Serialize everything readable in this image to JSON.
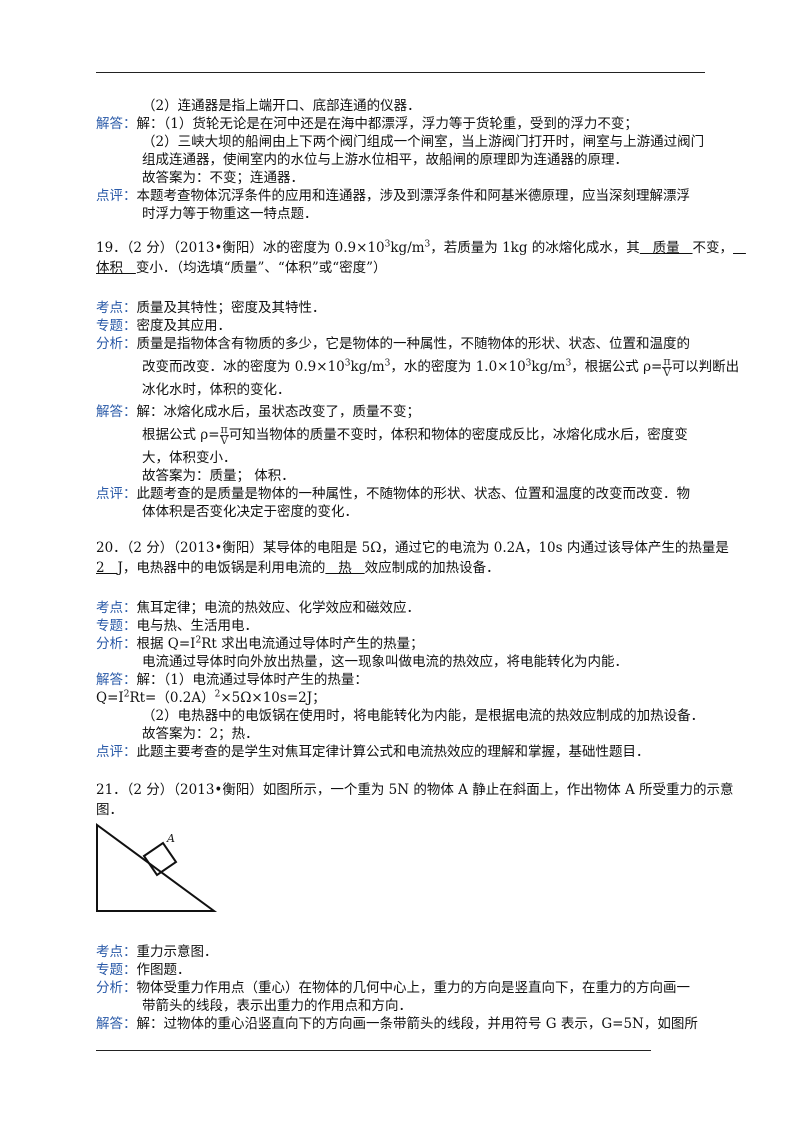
{
  "tags": {
    "answer": "解答：",
    "comment": "点评：",
    "point": "考点：",
    "topic": "专题：",
    "analysis": "分析："
  },
  "q18": {
    "a2": "（2）连通器是指上端开口、底部连通的仪器．",
    "ans_l1": "解：（1）货轮无论是在河中还是在海中都漂浮，浮力等于货轮重，受到的浮力不变；",
    "ans_l2": "（2）三峡大坝的船闸由上下两个阀门组成一个闸室，当上游阀门打开时，闸室与上游通过阀门",
    "ans_l3": "组成连通器，使闸室内的水位与上游水位相平，故船闸的原理即为连通器的原理．",
    "ans_l4": "故答案为：不变；连通器．",
    "com_l1": "本题考查物体沉浮条件的应用和连通器，涉及到漂浮条件和阿基米德原理，应当深刻理解漂浮",
    "com_l2": "时浮力等于物重这一特点题．"
  },
  "q19": {
    "head_a": "19．（2 分）（2013•衡阳）冰的密度为 0.9×10",
    "sup1": "3",
    "head_b": "kg/m",
    "sup2": "3",
    "head_c": "，若质量为 1kg 的冰熔化成水，其",
    "blank1": "   质量   ",
    "head_d": "不变，",
    "blank2_a": "   ",
    "blank2_b": "体积   ",
    "head_e": "变小．（均选填“质量”、“体积”或“密度”）",
    "point": "质量及其特性；密度及其特性．",
    "topic": "密度及其应用．",
    "ana_l1": "质量是指物体含有物质的多少，它是物体的一种属性，不随物体的形状、状态、位置和温度的",
    "ana_l2a": "改变而改变．冰的密度为 0.9×10",
    "ana_sup1": "3",
    "ana_l2b": "kg/m",
    "ana_sup2": "3",
    "ana_l2c": "，水的密度为 1.0×10",
    "ana_sup3": "3",
    "ana_l2d": "kg/m",
    "ana_sup4": "3",
    "ana_l2e": "，根据公式 ρ=",
    "frac_num": "π",
    "frac_den": "V",
    "ana_l2f": "可以判断出",
    "ana_l3": "冰化水时，体积的变化．",
    "ans_l1": "解：冰熔化成水后，虽状态改变了，质量不变；",
    "ans_l2a": "根据公式 ρ=",
    "ans_l2b": "可知当物体的质量不变时，体积和物体的密度成反比，冰熔化成水后，密度变",
    "ans_l3": "大，体积变小．",
    "ans_l4": "故答案为：质量；  体积．",
    "com_l1": "此题考查的是质量是物体的一种属性，不随物体的形状、状态、位置和温度的改变而改变．物",
    "com_l2": "体体积是否变化决定于密度的变化．"
  },
  "q20": {
    "head_l1": "20．（2 分）（2013•衡阳）某导体的电阻是 5Ω，通过它的电流为 0.2A，10s 内通过该导体产生的热量是",
    "blank1": "2   ",
    "head_l2a": "J，电热器中的电饭锅是利用电流的",
    "blank2": "   热   ",
    "head_l2b": "效应制成的加热设备．",
    "point": "焦耳定律；电流的热效应、化学效应和磁效应．",
    "topic": "电与热、生活用电．",
    "ana_l1a": "根据 Q=I",
    "ana_sup": "2",
    "ana_l1b": "Rt 求出电流通过导体时产生的热量；",
    "ana_l2": "电流通过导体时向外放出热量，这一现象叫做电流的热效应，将电能转化为内能．",
    "ans_l1": "解：（1）电流通过导体时产生的热量：",
    "ans_l2a": "Q=I",
    "ans_sup1": "2",
    "ans_l2b": "Rt=（0.2A）",
    "ans_sup2": "2",
    "ans_l2c": "×5Ω×10s=2J；",
    "ans_l3": "（2）电热器中的电饭锅在使用时，将电能转化为内能，是根据电流的热效应制成的加热设备．",
    "ans_l4": "故答案为：2；热．",
    "com_l1": "此题主要考查的是学生对焦耳定律计算公式和电流热效应的理解和掌握，基础性题目．"
  },
  "q21": {
    "head_l1": "21．（2 分）（2013•衡阳）如图所示，一个重为 5N 的物体 A 静止在斜面上，作出物体 A 所受重力的示意",
    "head_l2": "图．",
    "figure_label": "A",
    "point": "重力示意图．",
    "topic": "作图题．",
    "ana_l1": "物体受重力作用点（重心）在物体的几何中心上，重力的方向是竖直向下，在重力的方向画一",
    "ana_l2": "带箭头的线段，表示出重力的作用点和方向．",
    "ans_l1": "解：过物体的重心沿竖直向下的方向画一条带箭头的线段，并用符号 G 表示，G=5N，如图所"
  }
}
